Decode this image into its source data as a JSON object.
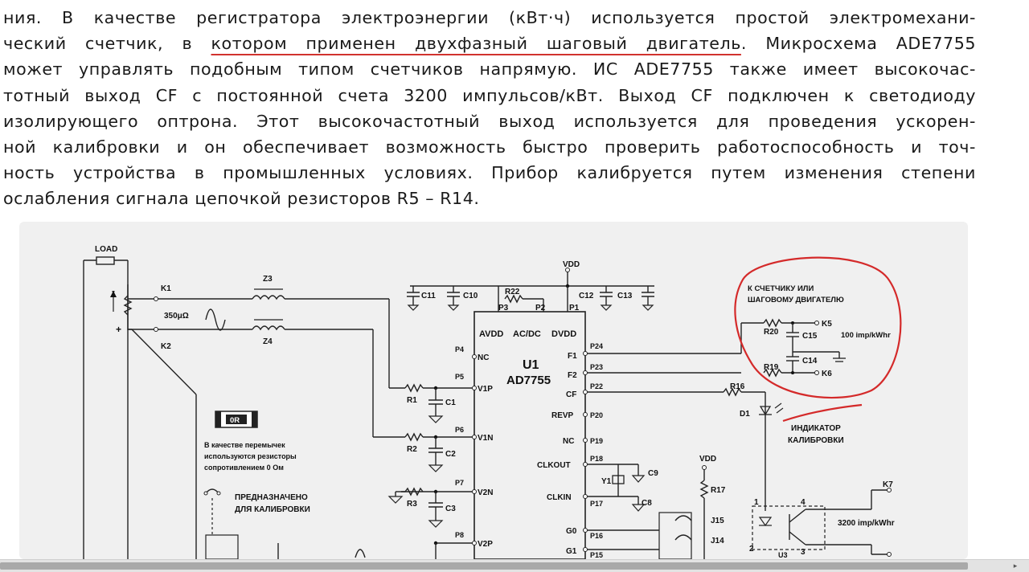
{
  "paragraph": {
    "l1": "ния. В качестве регистратора электроэнергии (кВт·ч) используется простой электромехани-",
    "l2_a": "ческий счетчик, в ",
    "l2_u": "котором применен двухфазный шаговый двигатель",
    "l2_b": ". Микросхема ADE7755",
    "l3": "может управлять подобным типом счетчиков напрямую. ИС  ADE7755 также имеет высокочас-",
    "l4": "тотный выход CF с постоянной счета 3200  импульсов/кВт. Выход CF подключен к светодиоду",
    "l5": "изолирующего оптрона. Этот высокочастотный выход используется для проведения ускорен-",
    "l6": "ной калибровки и он обеспечивает возможность быстро проверить работоспособность и точ-",
    "l7": "ность устройства в промышленных условиях. Прибор калибруется путем изменения степени",
    "l8": "ослабления сигнала цепочкой резисторов R5 – R14."
  },
  "schematic": {
    "load": "LOAD",
    "k1": "K1",
    "k2": "K2",
    "shunt": "350μΩ",
    "z3": "Z3",
    "z4": "Z4",
    "c11": "C11",
    "c10": "C10",
    "r22": "R22",
    "c12": "C12",
    "c13": "C13",
    "vdd": "VDD",
    "p3": "P3",
    "p2": "P2",
    "p1": "P1",
    "avdd": "AVDD",
    "acdc": "AC/DC",
    "dvdd": "DVDD",
    "u1": "U1",
    "ad": "AD7755",
    "p4": "P4",
    "nc": "NC",
    "p5": "P5",
    "v1p": "V1P",
    "p6": "P6",
    "v1n": "V1N",
    "p7": "P7",
    "v2n": "V2N",
    "p8": "P8",
    "v2p": "V2P",
    "r1": "R1",
    "c1": "C1",
    "r2": "R2",
    "c2": "C2",
    "r3": "R3",
    "c3": "C3",
    "f1": "F1",
    "p24": "P24",
    "f2": "F2",
    "p23": "P23",
    "cf": "CF",
    "p22": "P22",
    "revp": "REVP",
    "p20": "P20",
    "nc2": "NC",
    "p19": "P19",
    "clkout": "CLKOUT",
    "p18": "P18",
    "clkin": "CLKIN",
    "p17": "P17",
    "g0": "G0",
    "p16": "P16",
    "g1": "G1",
    "p15": "P15",
    "c9": "C9",
    "y1": "Y1",
    "c8": "C8",
    "vdd2": "VDD",
    "r17": "R17",
    "j15": "J15",
    "j14": "J14",
    "r16": "R16",
    "d1": "D1",
    "ind1": "ИНДИКАТОР",
    "ind2": "КАЛИБРОВКИ",
    "meter1": "К СЧЕТЧИКУ ИЛИ",
    "meter2": "ШАГОВОМУ ДВИГАТЕЛЮ",
    "r20": "R20",
    "c15": "C15",
    "k5": "K5",
    "imp100": "100 imp/kWhr",
    "r19": "R19",
    "c14": "C14",
    "k6": "K6",
    "k7": "K7",
    "imp3200": "3200 imp/kWhr",
    "pin1": "1",
    "pin2": "2",
    "pin3": "3",
    "pin4": "4",
    "u3": "U3",
    "or": "0R",
    "jumper1": "В качестве перемычек",
    "jumper2": "используются резисторы",
    "jumper3": "сопротивлением 0 Ом",
    "calib1": "ПРЕДНАЗНАЧЕНО",
    "calib2": "ДЛЯ КАЛИБРОВКИ"
  },
  "colors": {
    "annotation": "#d42a2a",
    "text": "#1a1a1a",
    "figure_bg": "#f0f0f0"
  },
  "scrollbar": {
    "right_arrow_icon": "triangle-right-icon"
  }
}
